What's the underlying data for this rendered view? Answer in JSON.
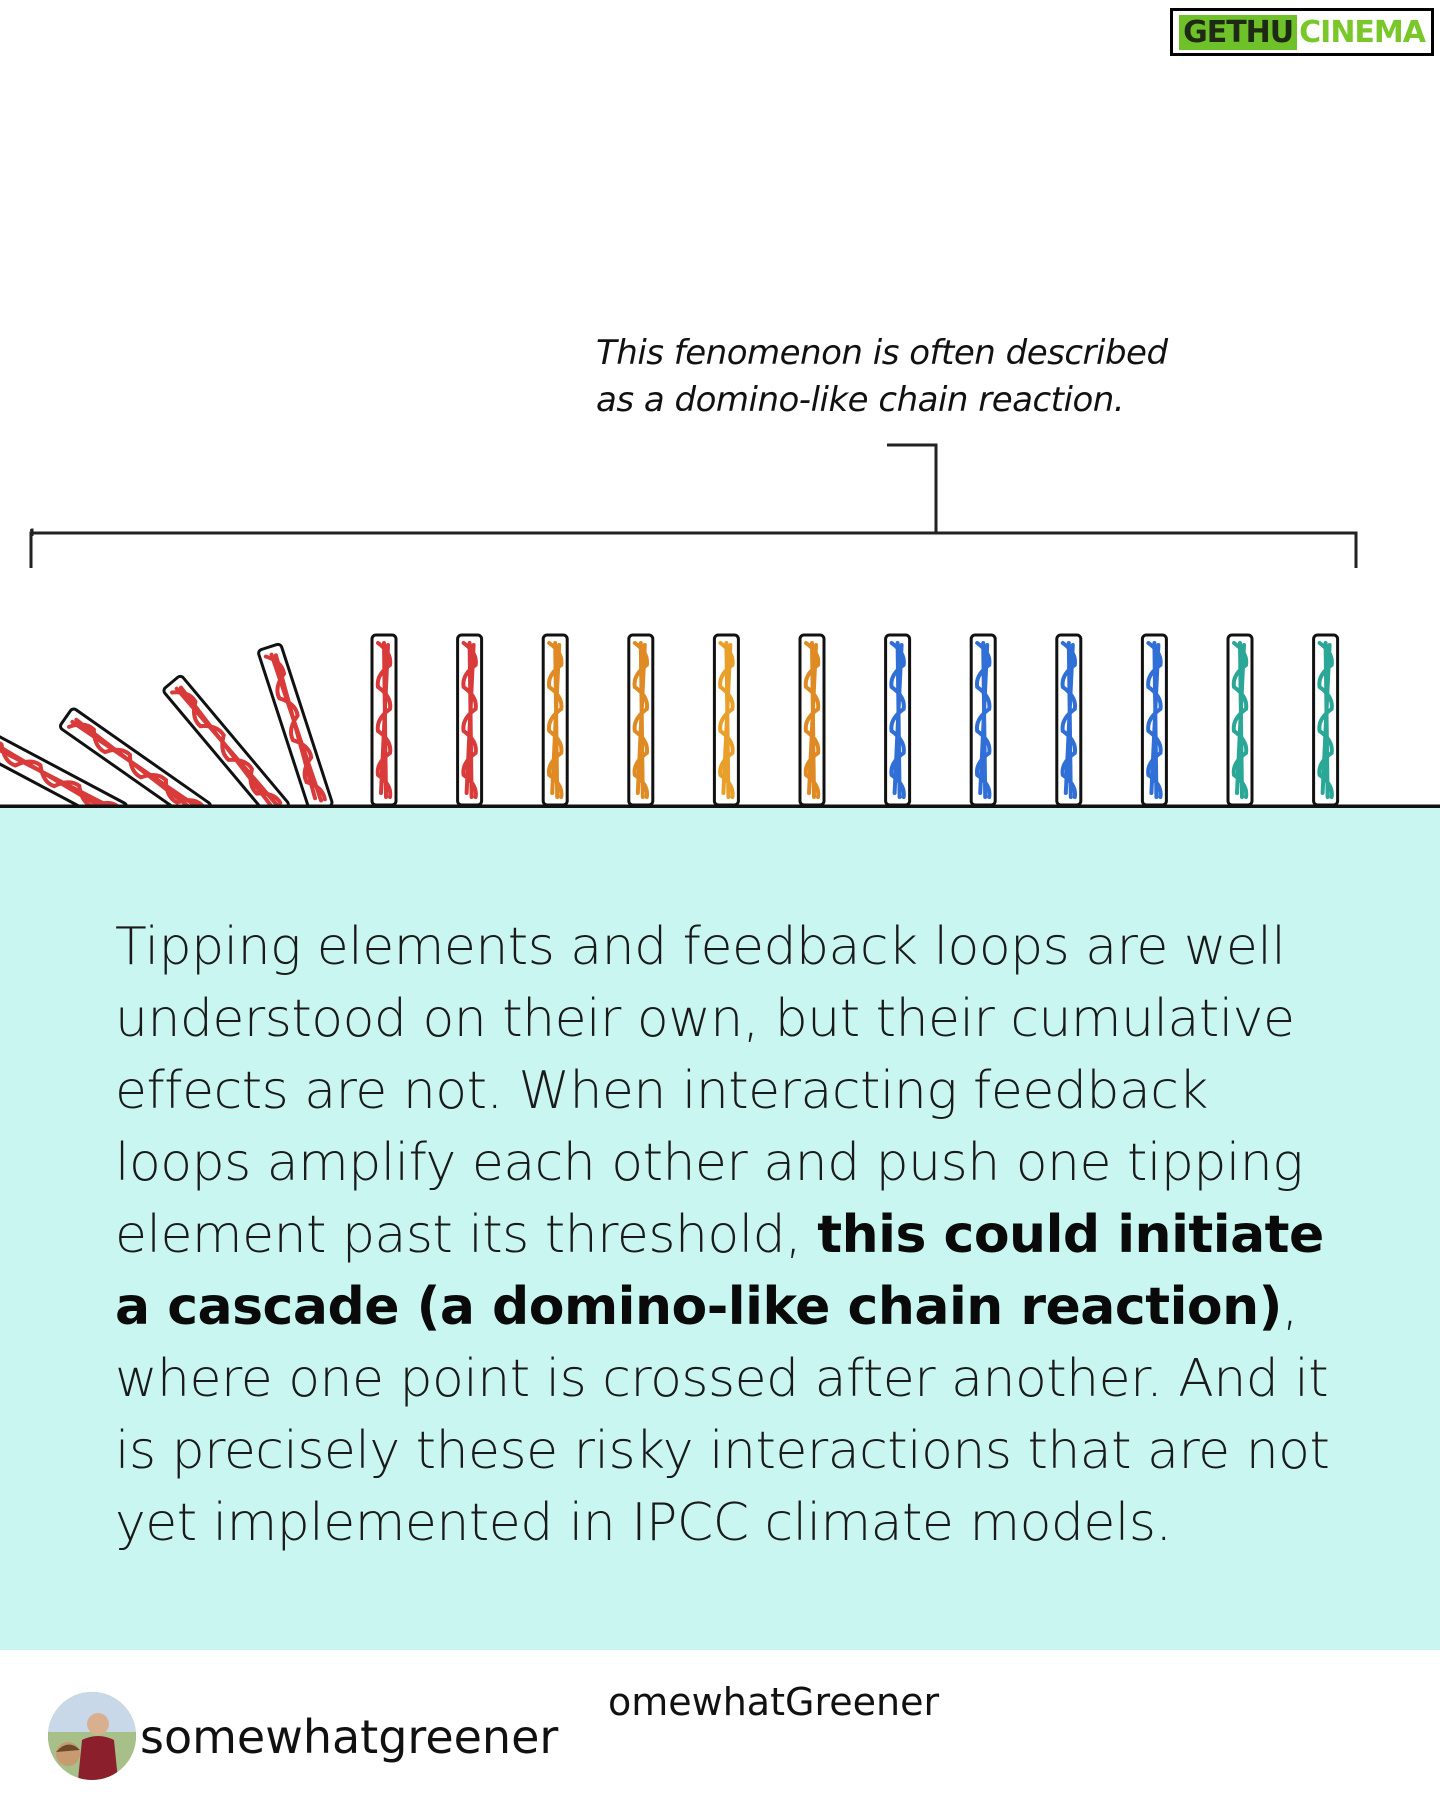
{
  "watermark": {
    "part1": "GETHU",
    "part2": "CINEMA"
  },
  "caption": {
    "line1": "This fenomenon is often described",
    "line2": "as a domino-like chain reaction."
  },
  "body": {
    "text_before": "Tipping elements and feedback loops are well understood on their own, but their cumulative effects are not. When interacting feedback loops amplify each other and push one tipping element past its threshold, ",
    "bold": "this could initiate a cascade (a domino-like chain reaction)",
    "text_after": ", where one point is crossed after another. And it is precisely these risky interactions that are not yet implemented in IPCC climate models."
  },
  "footer": {
    "username": "somewhatgreener",
    "handle": "omewhatGreener"
  },
  "dominoes": [
    {
      "state": "fallen",
      "color": "#d93a3a",
      "tilt": -62
    },
    {
      "state": "fallen",
      "color": "#d93a3a",
      "tilt": -55
    },
    {
      "state": "fallen",
      "color": "#d93a3a",
      "tilt": -40
    },
    {
      "state": "fallen",
      "color": "#d93a3a",
      "tilt": -18
    },
    {
      "state": "standing",
      "color": "#d93a3a",
      "tilt": 0
    },
    {
      "state": "standing",
      "color": "#d93a3a",
      "tilt": 0
    },
    {
      "state": "standing",
      "color": "#e08a24",
      "tilt": 0
    },
    {
      "state": "standing",
      "color": "#e08a24",
      "tilt": 0
    },
    {
      "state": "standing",
      "color": "#e8a02a",
      "tilt": 0
    },
    {
      "state": "standing",
      "color": "#e08a24",
      "tilt": 0
    },
    {
      "state": "standing",
      "color": "#2f6fd6",
      "tilt": 0
    },
    {
      "state": "standing",
      "color": "#2f6fd6",
      "tilt": 0
    },
    {
      "state": "standing",
      "color": "#2f6fd6",
      "tilt": 0
    },
    {
      "state": "standing",
      "color": "#2f6fd6",
      "tilt": 0
    },
    {
      "state": "standing",
      "color": "#2aa796",
      "tilt": 0
    },
    {
      "state": "standing",
      "color": "#2aa796",
      "tilt": 0
    }
  ]
}
